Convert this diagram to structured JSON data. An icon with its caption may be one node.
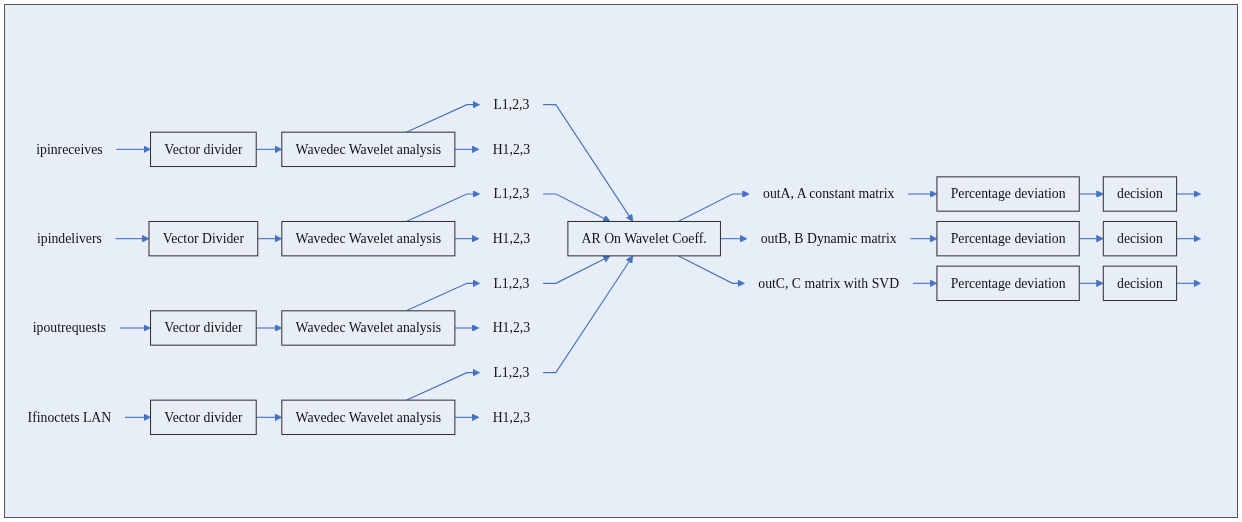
{
  "diagram": {
    "nodes": [
      {
        "text": [
          "ipinreceives"
        ]
      },
      {
        "text": [
          "Vector divider"
        ]
      },
      {
        "text": [
          "Wavedec Wavelet analysis"
        ]
      },
      {
        "text": [
          "L1,2,3"
        ]
      },
      {
        "text": [
          "H1,2,3"
        ]
      },
      {
        "text": [
          "ipindelivers"
        ]
      },
      {
        "text": [
          "Vector Divider"
        ]
      },
      {
        "text": [
          "Wavedec Wavelet analysis"
        ]
      },
      {
        "text": [
          "L1,2,3"
        ]
      },
      {
        "text": [
          "H1,2,3"
        ]
      },
      {
        "text": [
          "ipoutrequests"
        ]
      },
      {
        "text": [
          "Vector divider"
        ]
      },
      {
        "text": [
          "Wavedec Wavelet analysis"
        ]
      },
      {
        "text": [
          "L1,2,3"
        ]
      },
      {
        "text": [
          "H1,2,3"
        ]
      },
      {
        "text": [
          "Ifinoctets LAN"
        ]
      },
      {
        "text": [
          "Vector divider"
        ]
      },
      {
        "text": [
          "Wavedec Wavelet analysis"
        ]
      },
      {
        "text": [
          "L1,2,3"
        ]
      },
      {
        "text": [
          "H1,2,3"
        ]
      },
      {
        "text": [
          "AR On Wavelet Coeff."
        ]
      },
      {
        "text": [
          "outA, A constant matrix"
        ]
      },
      {
        "text": [
          "outB, B Dynamic matrix"
        ]
      },
      {
        "text": [
          "outC, C matrix with SVD"
        ]
      },
      {
        "text": [
          "Percentage deviation"
        ]
      },
      {
        "text": [
          "decision"
        ]
      },
      {
        "text": [
          "Percentage deviation"
        ]
      },
      {
        "text": [
          "decision"
        ]
      },
      {
        "text": [
          "Percentage deviation"
        ]
      },
      {
        "text": [
          "decision"
        ]
      }
    ],
    "edges": [
      {
        "from": 0,
        "to": 1,
        "arrow": "to"
      },
      {
        "from": 1,
        "to": 2,
        "arrow": "to"
      },
      {
        "from": 2,
        "to": 3,
        "arrow": "to"
      },
      {
        "from": 2,
        "to": 4,
        "arrow": "to"
      },
      {
        "from": 3,
        "to": 20,
        "arrow": "to"
      },
      {
        "from": 5,
        "to": 6,
        "arrow": "to"
      },
      {
        "from": 6,
        "to": 7,
        "arrow": "to"
      },
      {
        "from": 7,
        "to": 8,
        "arrow": "to"
      },
      {
        "from": 7,
        "to": 9,
        "arrow": "to"
      },
      {
        "from": 8,
        "to": 20,
        "arrow": "to"
      },
      {
        "from": 10,
        "to": 11,
        "arrow": "to"
      },
      {
        "from": 11,
        "to": 12,
        "arrow": "to"
      },
      {
        "from": 12,
        "to": 13,
        "arrow": "to"
      },
      {
        "from": 12,
        "to": 14,
        "arrow": "to"
      },
      {
        "from": 13,
        "to": 20,
        "arrow": "to"
      },
      {
        "from": 15,
        "to": 16,
        "arrow": "to"
      },
      {
        "from": 16,
        "to": 17,
        "arrow": "to"
      },
      {
        "from": 17,
        "to": 18,
        "arrow": "to"
      },
      {
        "from": 17,
        "to": 19,
        "arrow": "to"
      },
      {
        "from": 18,
        "to": 20,
        "arrow": "to"
      },
      {
        "from": 20,
        "to": 21,
        "arrow": "to"
      },
      {
        "from": 20,
        "to": 22,
        "arrow": "to"
      },
      {
        "from": 20,
        "to": 23,
        "arrow": "to"
      },
      {
        "from": 21,
        "to": 24,
        "arrow": "to"
      },
      {
        "from": 24,
        "to": 25,
        "arrow": "to"
      },
      {
        "from": 25,
        "to": null,
        "arrow": "to"
      },
      {
        "from": 22,
        "to": 26,
        "arrow": "to"
      },
      {
        "from": 26,
        "to": 27,
        "arrow": "to"
      },
      {
        "from": 27,
        "to": null,
        "arrow": "to"
      },
      {
        "from": 23,
        "to": 28,
        "arrow": "to"
      },
      {
        "from": 28,
        "to": 29,
        "arrow": "to"
      },
      {
        "from": 29,
        "to": null,
        "arrow": "to"
      }
    ]
  }
}
